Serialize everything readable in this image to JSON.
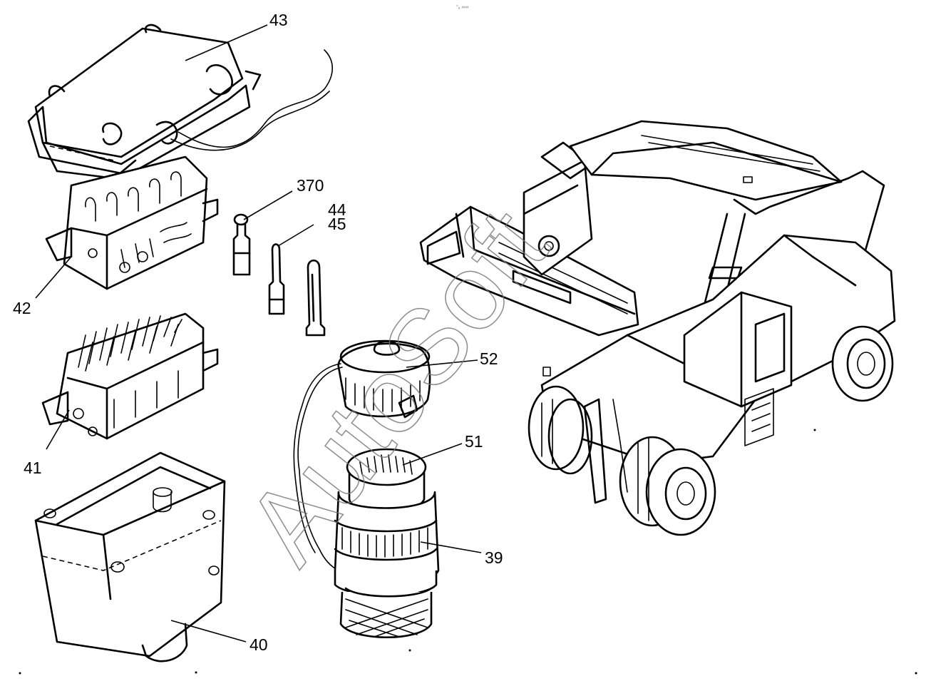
{
  "callouts": {
    "c43": "43",
    "c370": "370",
    "c44": "44",
    "c45": "45",
    "c42": "42",
    "c52": "52",
    "c41": "41",
    "c51": "51",
    "c39": "39",
    "c40": "40"
  },
  "watermark": "AutoSoft",
  "header_mark": "°ₐ ∞∞",
  "icons": {
    "hood_cover": "hood-cover-icon",
    "insert_female": "connector-insert-female-icon",
    "insert_male": "connector-insert-male-icon",
    "housing": "connector-housing-icon",
    "pin": "contact-pin-icon",
    "round_plug": "round-connector-plug-icon",
    "dust_cap": "dust-cap-icon",
    "vehicle": "reach-stacker-icon"
  }
}
